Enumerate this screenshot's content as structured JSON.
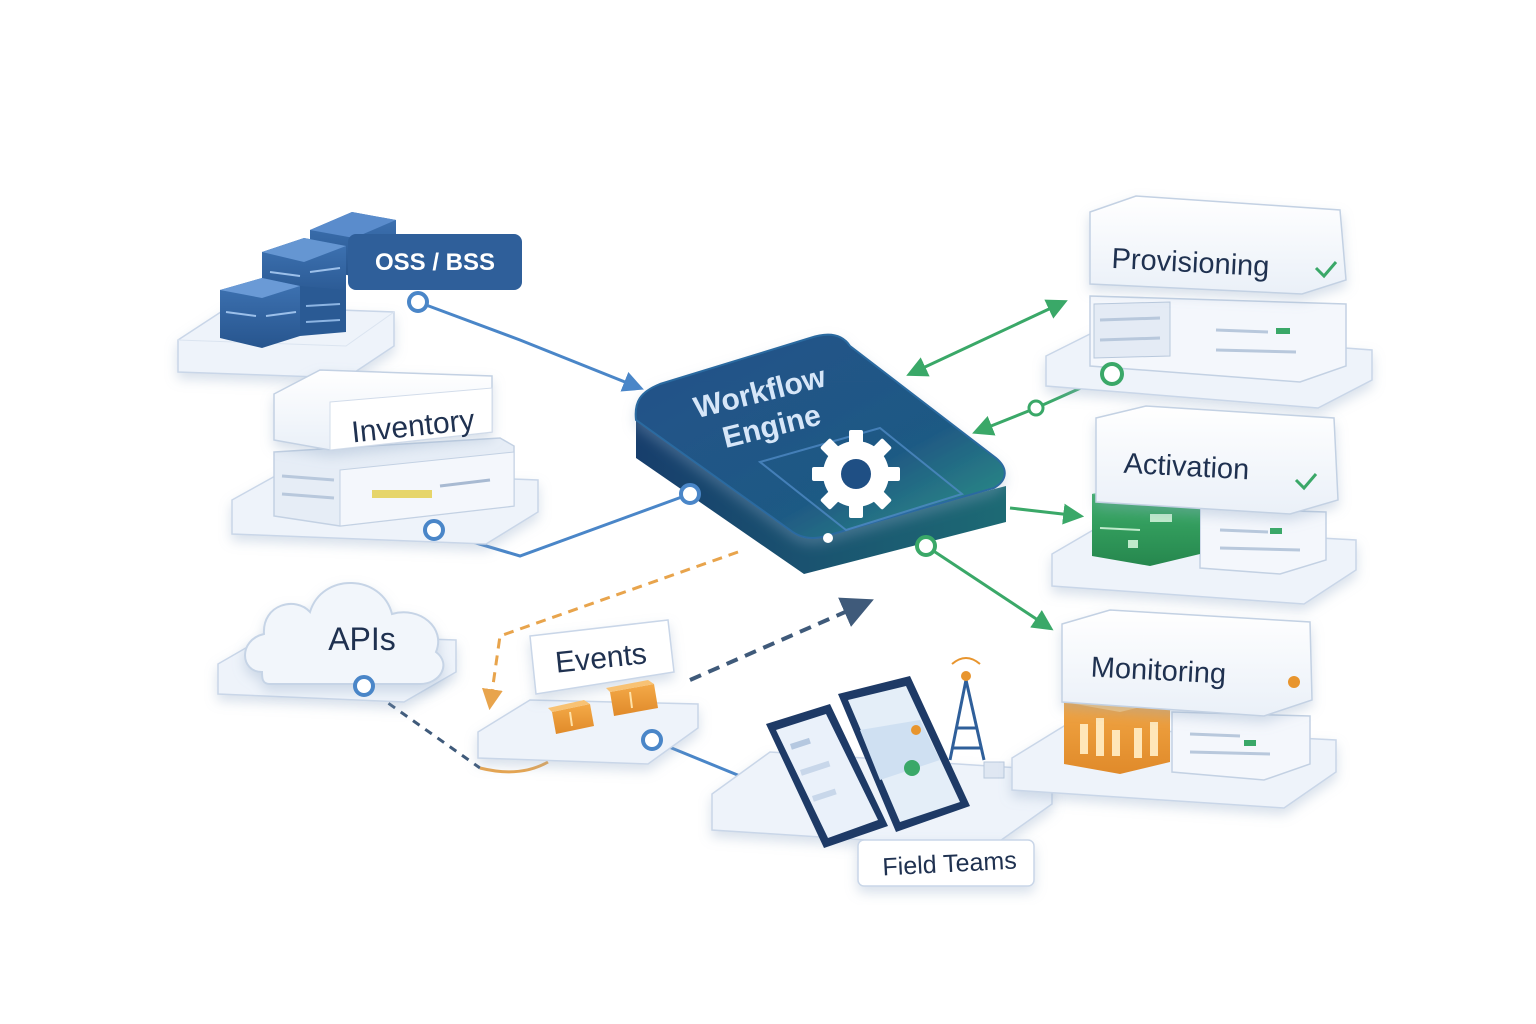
{
  "nodes": {
    "center": {
      "line1": "Workflow",
      "line2": "Engine"
    },
    "oss_bss": {
      "label": "OSS / BSS"
    },
    "inventory": {
      "label": "Inventory"
    },
    "apis": {
      "label": "APIs"
    },
    "events": {
      "label": "Events"
    },
    "field_teams": {
      "label": "Field Teams"
    },
    "provisioning": {
      "label": "Provisioning"
    },
    "activation": {
      "label": "Activation"
    },
    "monitoring": {
      "label": "Monitoring"
    }
  },
  "colors": {
    "engine": "#1f4f84",
    "engine_accent": "#3aa88a",
    "blue_link": "#4a86c8",
    "green_link": "#3aa868",
    "orange_link": "#e8a44c",
    "navy_dash": "#3f5a7a",
    "oss_blue": "#2f5f9a",
    "activation_green": "#2e9c5a",
    "monitoring_orange": "#e8952e"
  }
}
